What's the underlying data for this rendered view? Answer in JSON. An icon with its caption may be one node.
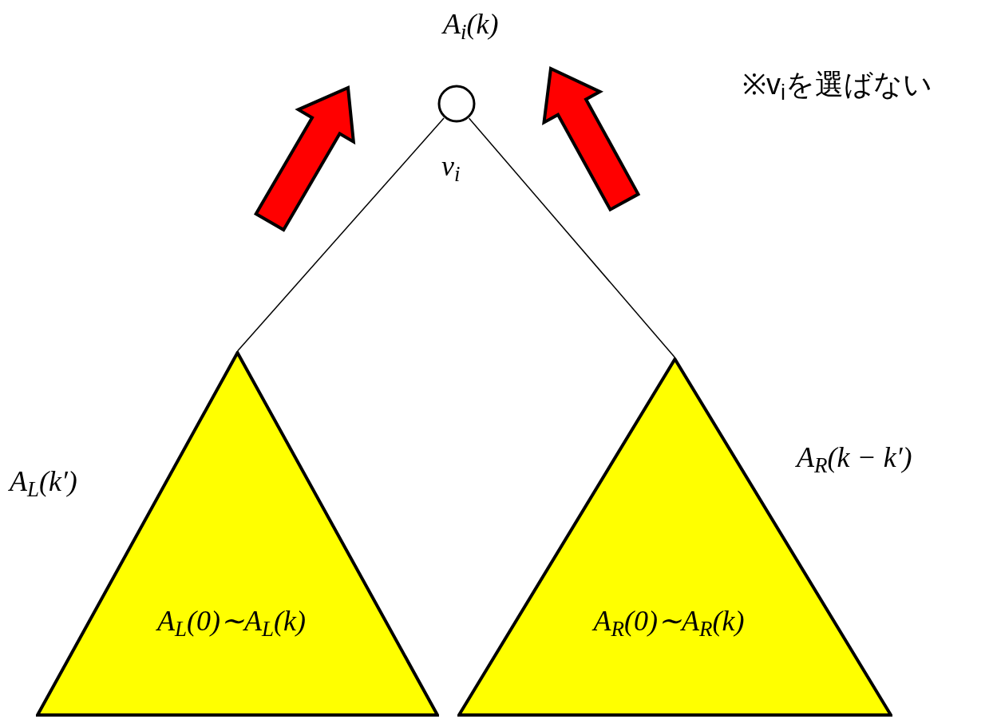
{
  "diagram": {
    "nodes": [
      {
        "text": [],
        "shape": "circle",
        "beside": [
          "A$_{i}$(k)",
          "v$_{i}$"
        ]
      },
      {
        "text": [
          "A$_{L}$(0)∼A$_{L}$(k)"
        ],
        "beside": [
          "A$_{L}$(k′)"
        ]
      },
      {
        "text": [
          "A$_{R}$(0)∼A$_{R}$(k)"
        ],
        "beside": [
          "A$_{R}$(k − k′)"
        ]
      }
    ],
    "edges": [
      {
        "from": 0,
        "to": 1,
        "arrow": "none"
      },
      {
        "from": 0,
        "to": 2,
        "arrow": "none"
      }
    ],
    "labels": [
      "※v$_{i}$を選ばない"
    ]
  }
}
